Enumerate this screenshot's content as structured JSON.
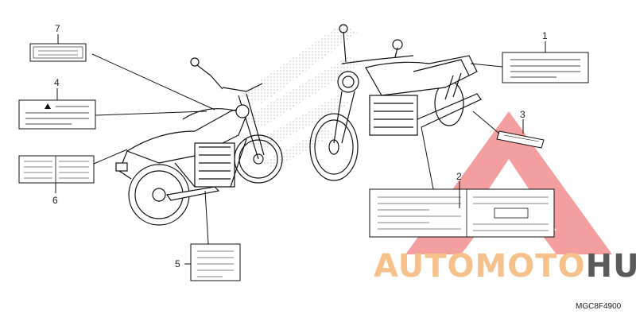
{
  "callouts": [
    "1",
    "2",
    "3",
    "4",
    "5",
    "6",
    "7"
  ],
  "watermark": {
    "part_a": "AUTOMOTO",
    "part_b": "HUB",
    "color_a": "#f6c18a",
    "color_b": "#5a5a5a",
    "logo_color": "#f08080"
  },
  "diagram_code": "MGC8F4900"
}
